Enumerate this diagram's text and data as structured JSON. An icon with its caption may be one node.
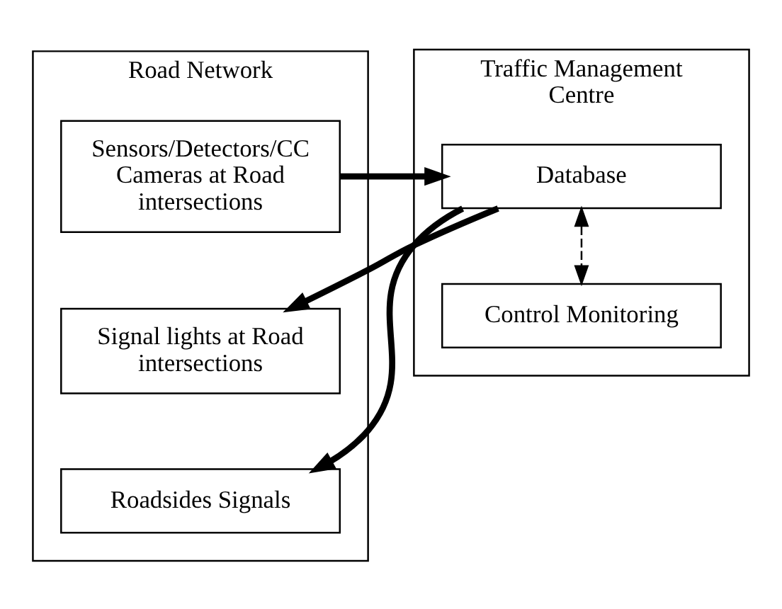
{
  "diagram": {
    "nodes": [
      {
        "text": [
          "Road Network"
        ]
      },
      {
        "text": [
          "Sensors/Detectors/CC Cameras at Road intersections"
        ],
        "in": 0
      },
      {
        "text": [
          "Signal lights at Road intersections"
        ],
        "in": 0
      },
      {
        "text": [
          "Roadsides Signals"
        ],
        "in": 0
      },
      {
        "text": [
          "Traffic Management Centre"
        ]
      },
      {
        "text": [
          "Database"
        ],
        "in": 4
      },
      {
        "text": [
          "Control Monitoring"
        ],
        "in": 4
      }
    ],
    "edges": [
      {
        "from": 1,
        "to": 5,
        "arrow": "to"
      },
      {
        "from": 5,
        "to": 2,
        "arrow": "to"
      },
      {
        "from": 5,
        "to": 3,
        "arrow": "to"
      },
      {
        "from": 5,
        "to": 6,
        "arrow": "both",
        "style": "dashed"
      }
    ]
  }
}
